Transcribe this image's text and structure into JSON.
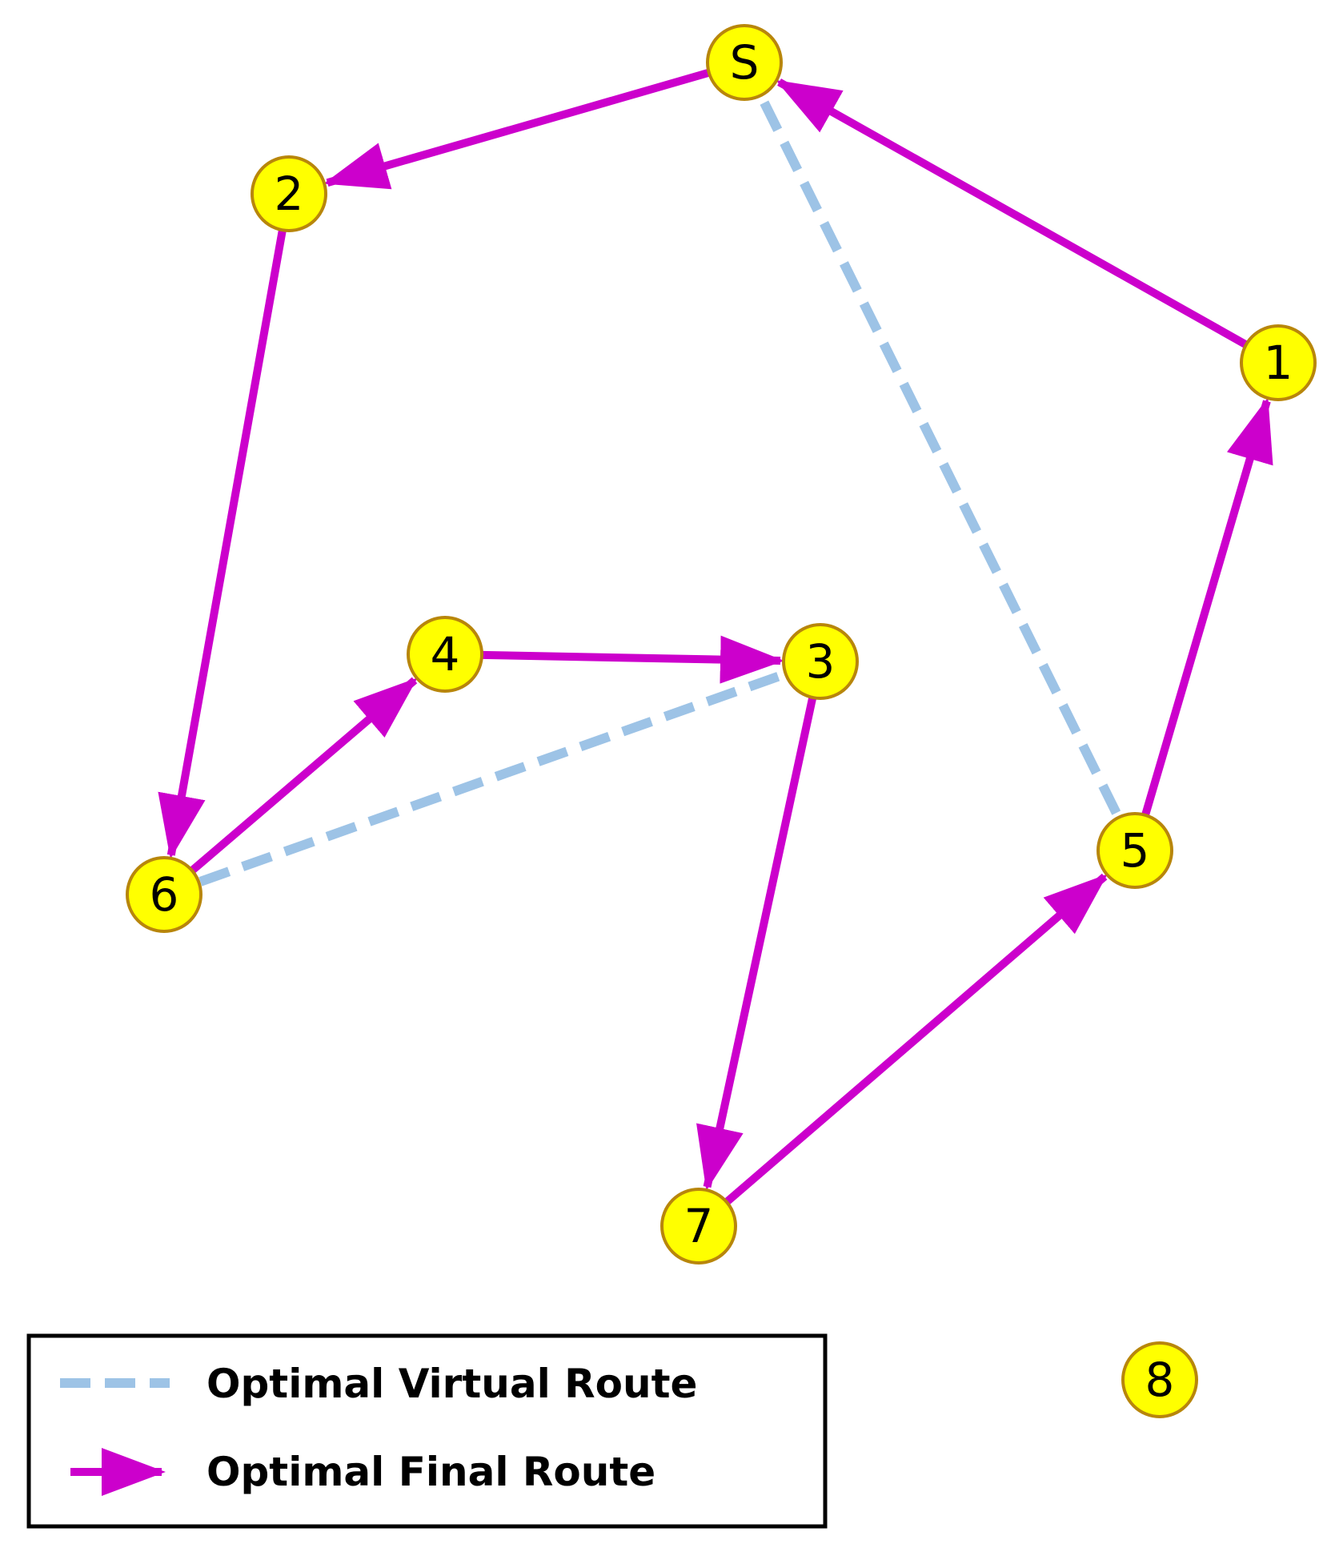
{
  "colors": {
    "final_route": "#CC00CC",
    "virtual_route": "#9DC3E6",
    "node_fill": "#FFFF00",
    "node_stroke": "#B8860B",
    "text": "#000000",
    "background": "#FFFFFF"
  },
  "nodes": [
    {
      "id": "S",
      "label": "S"
    },
    {
      "id": "1",
      "label": "1"
    },
    {
      "id": "2",
      "label": "2"
    },
    {
      "id": "3",
      "label": "3"
    },
    {
      "id": "4",
      "label": "4"
    },
    {
      "id": "5",
      "label": "5"
    },
    {
      "id": "6",
      "label": "6"
    },
    {
      "id": "7",
      "label": "7"
    },
    {
      "id": "8",
      "label": "8"
    }
  ],
  "optimal_virtual_route": [
    {
      "from": "S",
      "to": "5"
    },
    {
      "from": "3",
      "to": "6"
    }
  ],
  "optimal_final_route": [
    {
      "from": "S",
      "to": "2"
    },
    {
      "from": "2",
      "to": "6"
    },
    {
      "from": "6",
      "to": "4"
    },
    {
      "from": "4",
      "to": "3"
    },
    {
      "from": "3",
      "to": "7"
    },
    {
      "from": "7",
      "to": "5"
    },
    {
      "from": "5",
      "to": "1"
    },
    {
      "from": "1",
      "to": "S"
    }
  ],
  "legend": {
    "virtual_label": "Optimal Virtual Route",
    "final_label": "Optimal Final Route"
  }
}
